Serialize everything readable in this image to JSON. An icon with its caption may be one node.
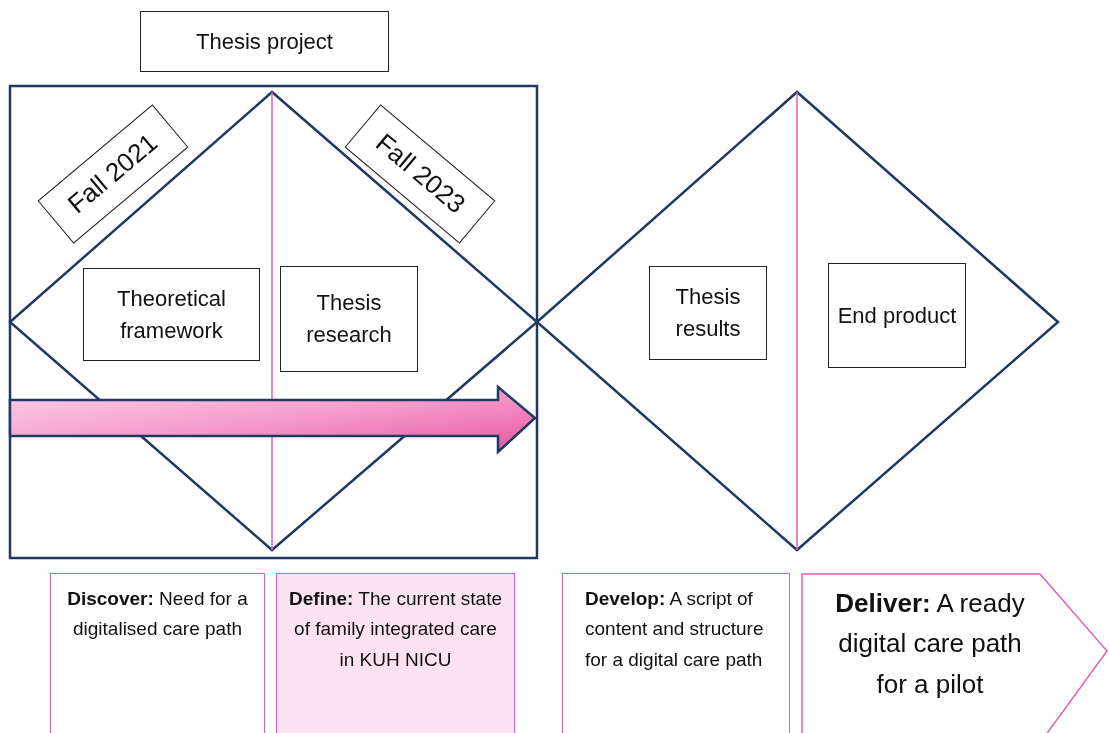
{
  "diagram": {
    "nodes": [
      {
        "text": [
          "Thesis project"
        ]
      },
      {
        "text": [
          "Fall 2021"
        ]
      },
      {
        "text": [
          "Fall 2023"
        ]
      },
      {
        "text": [
          "Theoretical framework"
        ]
      },
      {
        "text": [
          "Thesis research"
        ]
      },
      {
        "text": [
          "Thesis results"
        ]
      },
      {
        "text": [
          "End product"
        ]
      },
      {
        "text": [
          "**Discover:** Need for a digitalised care path"
        ]
      },
      {
        "text": [
          "**Define:** The current state of family integrated care in KUH NICU"
        ]
      },
      {
        "text": [
          "**Develop:** A script of content and structure for a digital care path"
        ]
      },
      {
        "text": [
          "**Deliver:** A ready digital care path for a pilot"
        ]
      }
    ]
  }
}
